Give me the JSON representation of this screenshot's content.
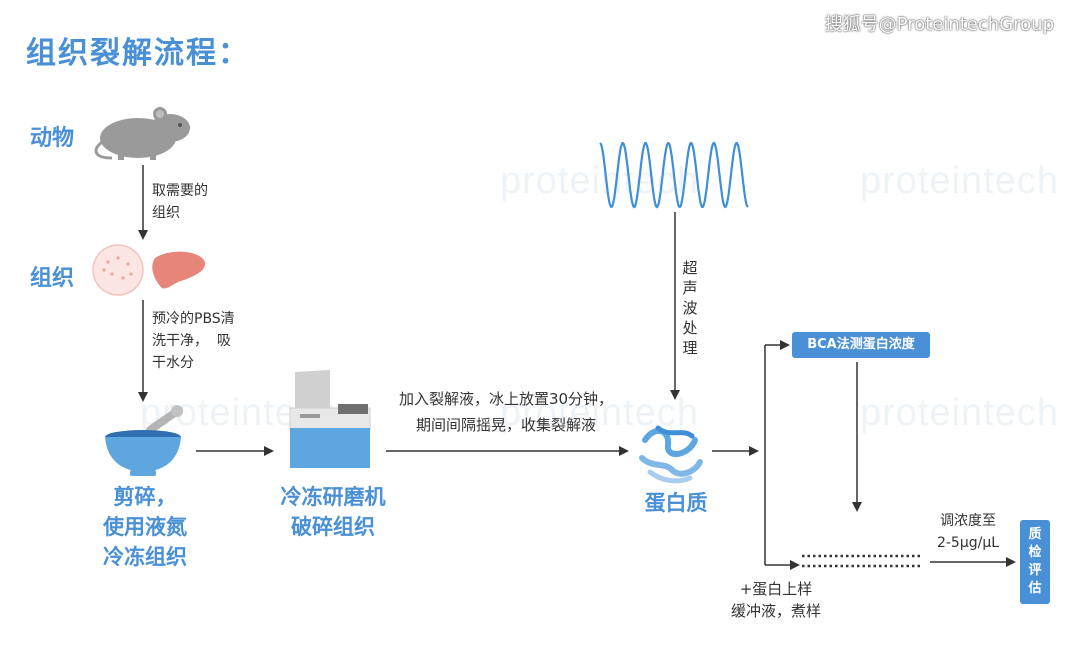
{
  "header": {
    "title": "组织裂解流程：",
    "source": "搜狐号@ProteintechGroup"
  },
  "labels": {
    "animal": "动物",
    "tissue": "组织",
    "step1": [
      "取需要的",
      "组织"
    ],
    "step2": [
      "预冷的PBS清",
      "洗干净，  吸",
      "干水分"
    ],
    "grind": [
      "剪碎，",
      "使用液氮",
      "冷冻组织"
    ],
    "machine": [
      "冷冻研磨机",
      "破碎组织"
    ],
    "lysis": [
      "加入裂解液，冰上放置30分钟，",
      "期间间隔摇晃，收集裂解液"
    ],
    "sonic": [
      "超",
      "声",
      "波",
      "处",
      "理"
    ],
    "protein": "蛋白质",
    "bca": "BCA法测蛋白浓度",
    "adjust": [
      "调浓度至",
      "2-5μg/μL"
    ],
    "buffer": [
      "+蛋白上样",
      "缓冲液，煮样"
    ],
    "quality": [
      "质",
      "检",
      "评",
      "估"
    ]
  },
  "watermark": "proteintech",
  "colors": {
    "accent": "#4a90d6",
    "arrow": "#333333",
    "mouse": "#9a9a9a",
    "liver": "#e8857a",
    "bowl": "#5ea6e0",
    "wave": "#3f8fd8"
  }
}
